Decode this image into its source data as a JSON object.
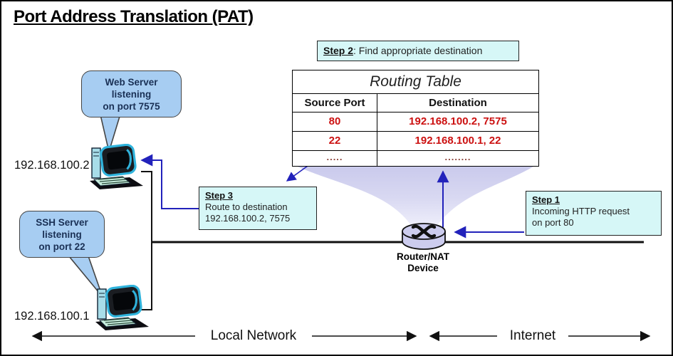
{
  "title": "Port Address Translation (PAT)",
  "steps": {
    "step1": {
      "label": "Step 1",
      "lines": [
        "Incoming HTTP request",
        "on port 80"
      ]
    },
    "step2": {
      "label": "Step 2",
      "text": ": Find appropriate destination"
    },
    "step3": {
      "label": "Step 3",
      "lines": [
        "Route to destination",
        "192.168.100.2, 7575"
      ]
    }
  },
  "routing_table": {
    "title": "Routing Table",
    "headers": [
      "Source Port",
      "Destination"
    ],
    "rows": [
      {
        "source": "80",
        "destination": "192.168.100.2, 7575"
      },
      {
        "source": "22",
        "destination": "192.168.100.1, 22"
      },
      {
        "source": ".....",
        "destination": "........"
      }
    ]
  },
  "bubbles": {
    "web": {
      "lines": [
        "Web Server",
        "listening",
        "on port 7575"
      ]
    },
    "ssh": {
      "lines": [
        "SSH Server",
        "listening",
        "on port 22"
      ]
    }
  },
  "hosts": {
    "web_ip": "192.168.100.2",
    "ssh_ip": "192.168.100.1"
  },
  "router": {
    "label_lines": [
      "Router/NAT",
      "Device"
    ]
  },
  "zones": {
    "local": "Local Network",
    "internet": "Internet"
  },
  "colors": {
    "arrow_blue": "#2222bb",
    "table_red": "#cc1111",
    "bubble_blue": "#a7cdf2",
    "note_cyan": "#d6f7f7",
    "funnel_lavender": "#ccccee",
    "router_fill": "#ccccee"
  }
}
